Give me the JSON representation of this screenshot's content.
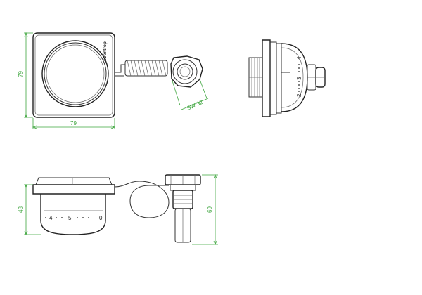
{
  "brand": "oventrop",
  "dimensions": {
    "top_height": "79",
    "top_width": "79",
    "wrench_size": "SW 32",
    "front_height": "48",
    "sensor_height": "69"
  },
  "scale_side": [
    "2",
    "3",
    "4"
  ],
  "scale_front": [
    "4",
    "5",
    "0"
  ],
  "colors": {
    "line": "#333333",
    "dimension": "#3fa63f"
  }
}
